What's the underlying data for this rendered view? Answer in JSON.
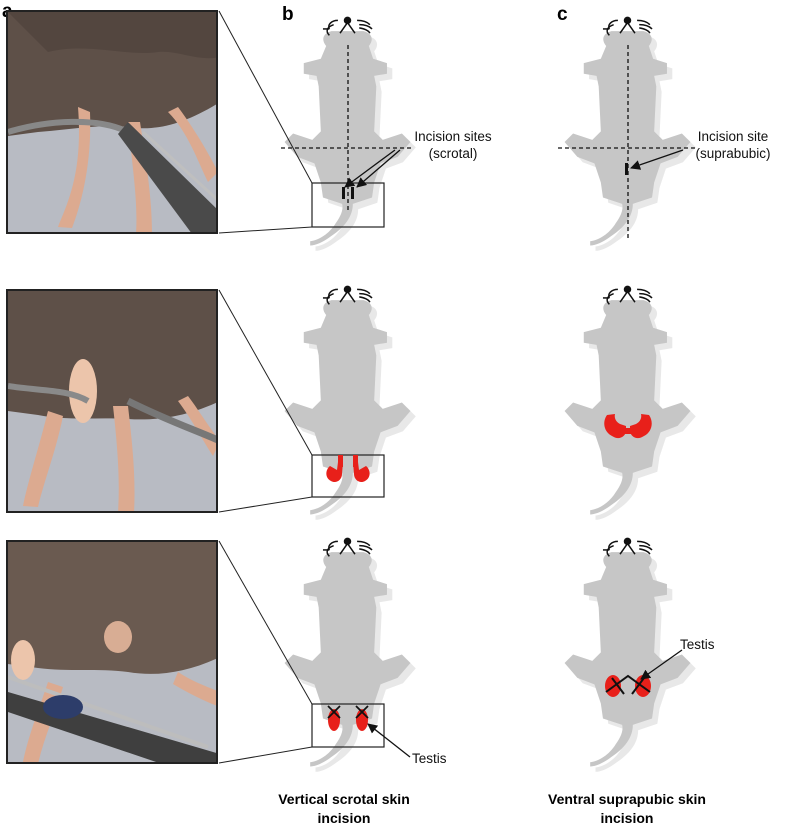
{
  "panels": {
    "a": "a",
    "b": "b",
    "c": "c"
  },
  "labels": {
    "incision_sites_line1": "Incision sites",
    "incision_sites_line2": "(scrotal)",
    "incision_site_line1": "Incision site",
    "incision_site_line2": "(suprabubic)",
    "testis_b": "Testis",
    "testis_c": "Testis"
  },
  "captions": {
    "b_line1": "Vertical scrotal skin",
    "b_line2": "incision",
    "c_line1": "Ventral suprapubic skin",
    "c_line2": "incision"
  },
  "colors": {
    "mouse_body": "#c9c9c9",
    "mouse_shadow": "#e6e6e6",
    "testis": "#e8201a",
    "line": "#111111",
    "fur": "#5e5048",
    "skin": "#e8c2a8",
    "background_photo": "#b9bcc4"
  }
}
